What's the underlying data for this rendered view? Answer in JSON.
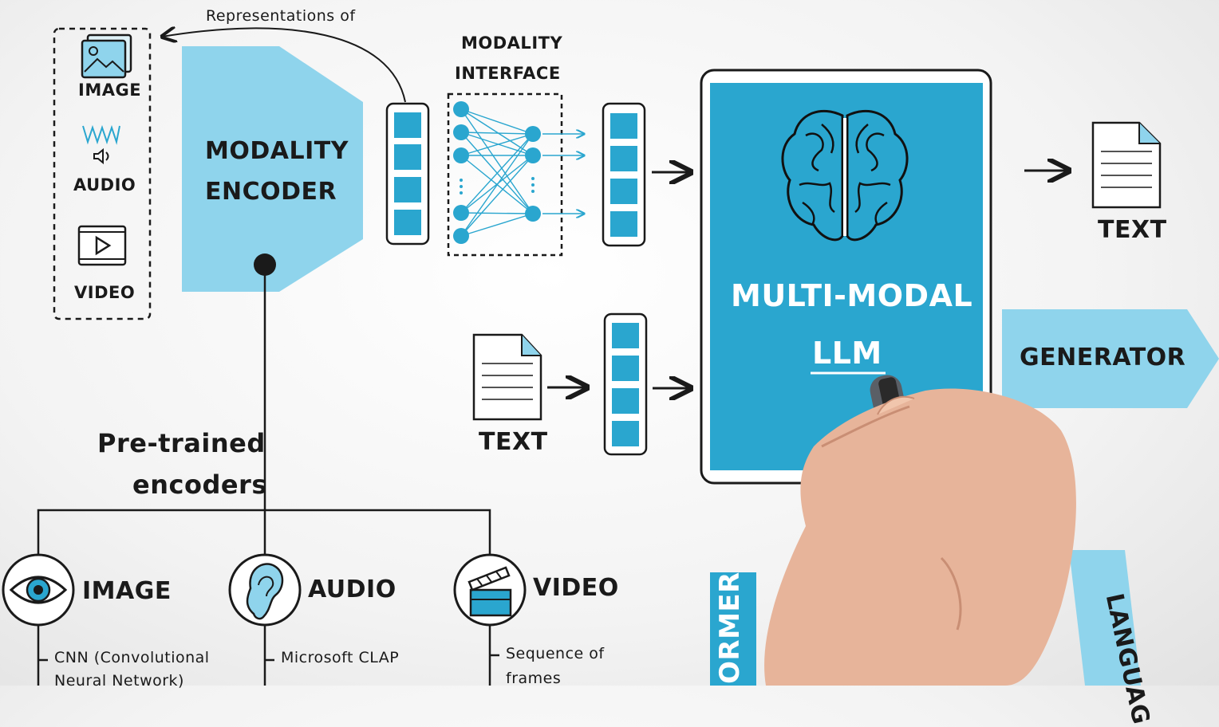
{
  "top_note": "Representations of",
  "input_modalities": {
    "image": "IMAGE",
    "audio": "AUDIO",
    "video": "VIDEO"
  },
  "encoder": {
    "line1": "MODALITY",
    "line2": "ENCODER"
  },
  "interface": {
    "line1": "MODALITY",
    "line2": "INTERFACE"
  },
  "llm": {
    "line1": "MULTI-MODAL",
    "line2": "LLM"
  },
  "output_text": "TEXT",
  "input_text": "TEXT",
  "generator": "GENERATOR",
  "pretrained": {
    "line1": "Pre-trained",
    "line2": "encoders"
  },
  "encoders": [
    {
      "title": "IMAGE",
      "desc_line1": "CNN (Convolutional",
      "desc_line2": "Neural Network)"
    },
    {
      "title": "AUDIO",
      "desc_line1": "Microsoft CLAP",
      "desc_line2": ""
    },
    {
      "title": "VIDEO",
      "desc_line1": "Sequence of",
      "desc_line2": "frames"
    }
  ],
  "bottom_partial": {
    "former": "ORMER",
    "language": "LANGUAG"
  },
  "colors": {
    "accent": "#2aa6cf",
    "light_accent": "#8fd4ec",
    "ink": "#1a1a1a"
  },
  "icons": [
    "image-icon",
    "audio-wave-icon",
    "speaker-icon",
    "video-play-icon",
    "brain-icon",
    "document-icon",
    "eye-icon",
    "ear-icon",
    "clapperboard-icon",
    "hand-with-marker"
  ]
}
